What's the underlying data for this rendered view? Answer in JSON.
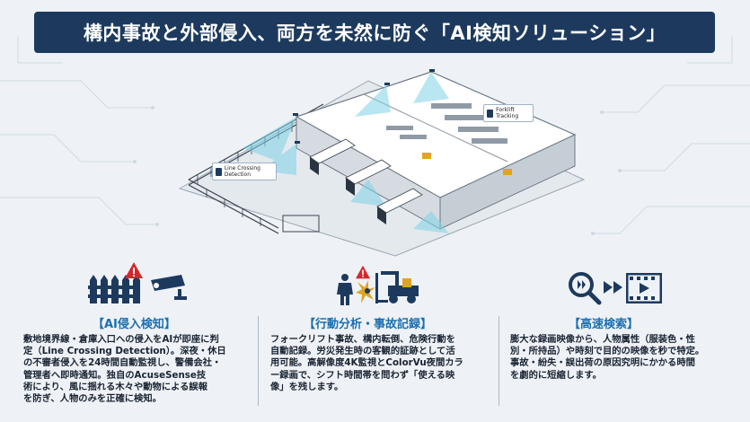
{
  "title": "構内事故と外部侵入、両方を未然に防ぐ「AI検知ソリューション」",
  "scene": {
    "callout_line_crossing": "Line Crossing Detection",
    "callout_forklift": "Forklift Tracking"
  },
  "features": [
    {
      "icon_names": [
        "fence-icon",
        "warning-icon",
        "security-camera-icon"
      ],
      "heading": "【AI侵入検知】",
      "lines": [
        "敷地境界線・倉庫入口への侵入をAIが即座に判",
        "定（Line Crossing Detection）。深夜・休日",
        "の不審者侵入を24時間自動監視し、警備会社・",
        "管理者へ即時通知。独自のAcuseSense技",
        "術により、風に揺れる木々や動物による誤報",
        "を防ぎ、人物のみを正確に検知。"
      ]
    },
    {
      "icon_names": [
        "worker-icon",
        "warning-icon",
        "collision-icon",
        "forklift-icon"
      ],
      "heading": "【行動分析・事故記録】",
      "lines": [
        "フォークリフト事故、構内転倒、危険行動を",
        "自動記録。労災発生時の客観的証跡として活",
        "用可能。高解像度4K監視とColorVu夜間カラ",
        "ー録画で、シフト時間帯を問わず「使える映",
        "像」を残します。"
      ]
    },
    {
      "icon_names": [
        "search-icon",
        "fast-forward-icon",
        "video-icon"
      ],
      "heading": "【高速検索】",
      "lines": [
        "膨大な録画映像から、人物属性（服装色・性",
        "別・所持品）や時刻で目的の映像を秒で特定。",
        "事故・紛失・誤出荷の原因究明にかかる時間",
        "を劇的に短縮します。"
      ]
    }
  ],
  "colors": {
    "title_bg": "#1d3a5e",
    "heading": "#1a6fb0",
    "detection_beam": "#7fd3e6",
    "warning": "#d7262d",
    "icon_dark": "#1d3a5e"
  }
}
